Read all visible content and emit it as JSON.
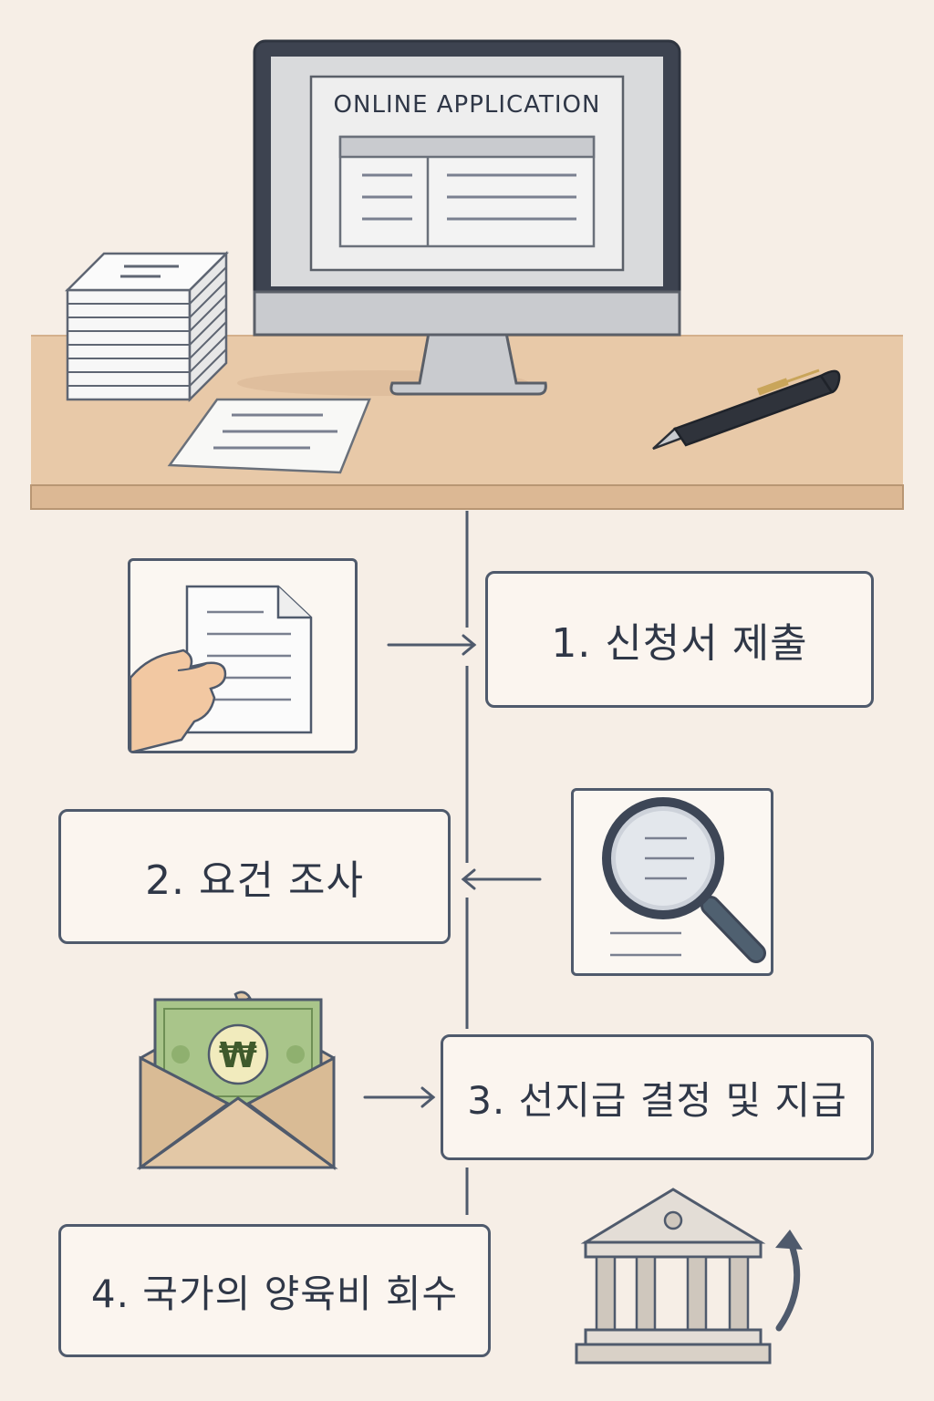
{
  "screen": {
    "title": "ONLINE APPLICATION"
  },
  "steps": [
    {
      "label": "1. 신청서 제출",
      "icon": "hand-document-icon"
    },
    {
      "label": "2. 요건 조사",
      "icon": "magnifier-document-icon"
    },
    {
      "label": "3. 선지급 결정 및 지급",
      "icon": "envelope-money-icon"
    },
    {
      "label": "4. 국가의 양육비 회수",
      "icon": "bank-return-icon"
    }
  ],
  "money": {
    "symbol": "₩"
  },
  "colors": {
    "background": "#f6eee6",
    "desk": "#e8c9a8",
    "line": "#4f5a6c",
    "money": "#a9c58a"
  }
}
